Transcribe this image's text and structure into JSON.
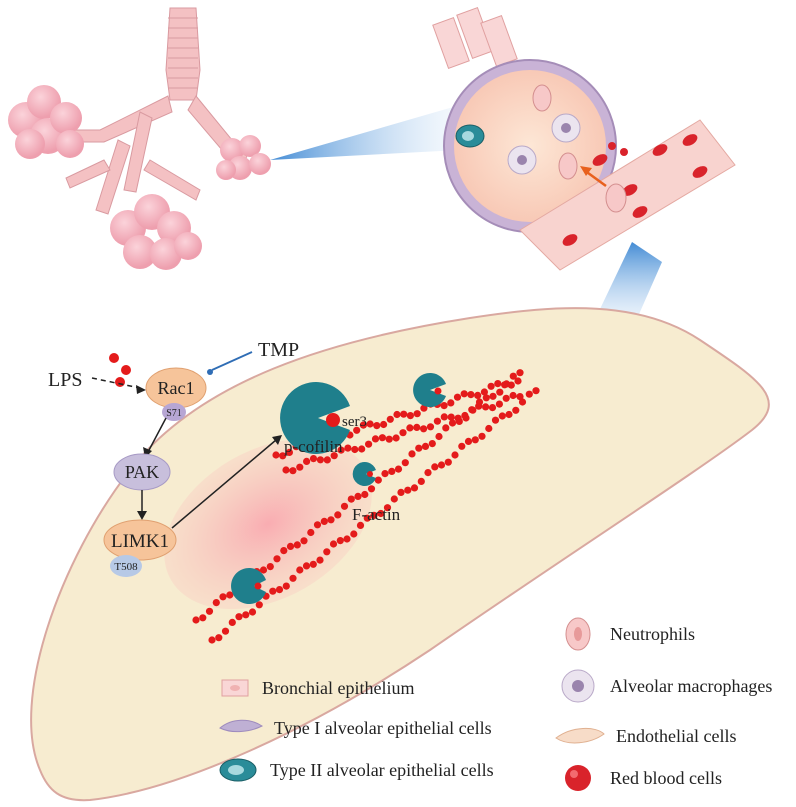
{
  "labels": {
    "lps": "LPS",
    "tmp": "TMP",
    "rac1": "Rac1",
    "s71": "S71",
    "pak": "PAK",
    "limk1": "LIMK1",
    "t508": "T508",
    "ser3": "ser3",
    "p_cofilin": "p-cofilin",
    "f_actin": "F-actin"
  },
  "legend": {
    "bronchial": "Bronchial epithelium",
    "type1": "Type I alveolar epithelial cells",
    "type2": "Type II alveolar epithelial cells",
    "neutrophils": "Neutrophils",
    "macrophages": "Alveolar macrophages",
    "endothelial": "Endothelial cells",
    "rbc": "Red blood cells"
  },
  "colors": {
    "cell_body": "#f7ecd0",
    "cell_outline": "#d9a8a0",
    "lung_pink": "#f2b6c0",
    "actin_red": "#e41b1b",
    "cofilin_teal": "#1f7f8c",
    "rac1_orange": "#f6c49a",
    "pak_purple": "#c8bfdc",
    "small_node_blue": "#b7c9e6",
    "beam_blue": "#6fa8dc"
  }
}
